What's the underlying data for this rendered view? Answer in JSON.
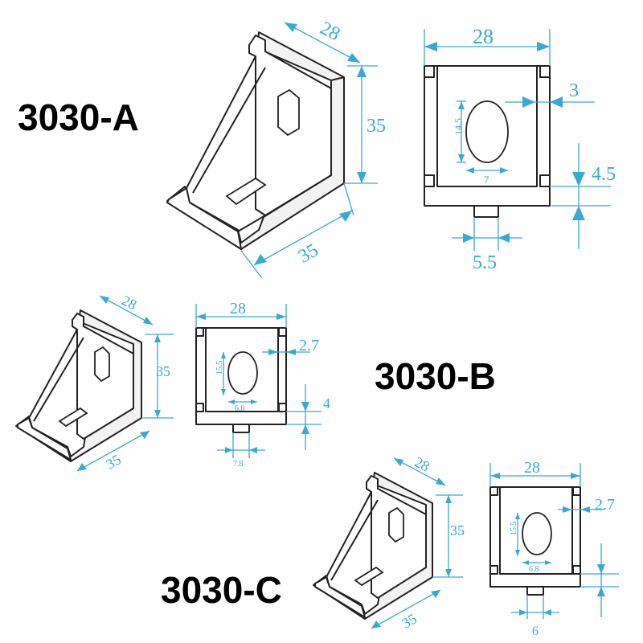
{
  "variants": [
    {
      "label": "3030-A",
      "iso_dims": {
        "width": "28",
        "height": "35",
        "depth": "35"
      },
      "front_dims": {
        "width": "28",
        "wall": "3",
        "hole_h": "14.5",
        "hole_w": "7",
        "base": "4.5",
        "nut": "5.5"
      }
    },
    {
      "label": "3030-B",
      "iso_dims": {
        "width": "28",
        "height": "35",
        "depth": "35"
      },
      "front_dims": {
        "width": "28",
        "wall": "2.7",
        "hole_h": "15.5",
        "hole_w": "6.8",
        "base": "4",
        "nut": "7.8"
      }
    },
    {
      "label": "3030-C",
      "iso_dims": {
        "width": "28",
        "height": "35",
        "depth": "35"
      },
      "front_dims": {
        "width": "28",
        "wall": "2.7",
        "hole_h": "15.5",
        "hole_w": "6.8",
        "nut": "6"
      }
    }
  ],
  "colors": {
    "dimension": "#3aa9cf",
    "outline": "#222222",
    "label": "#000000"
  }
}
